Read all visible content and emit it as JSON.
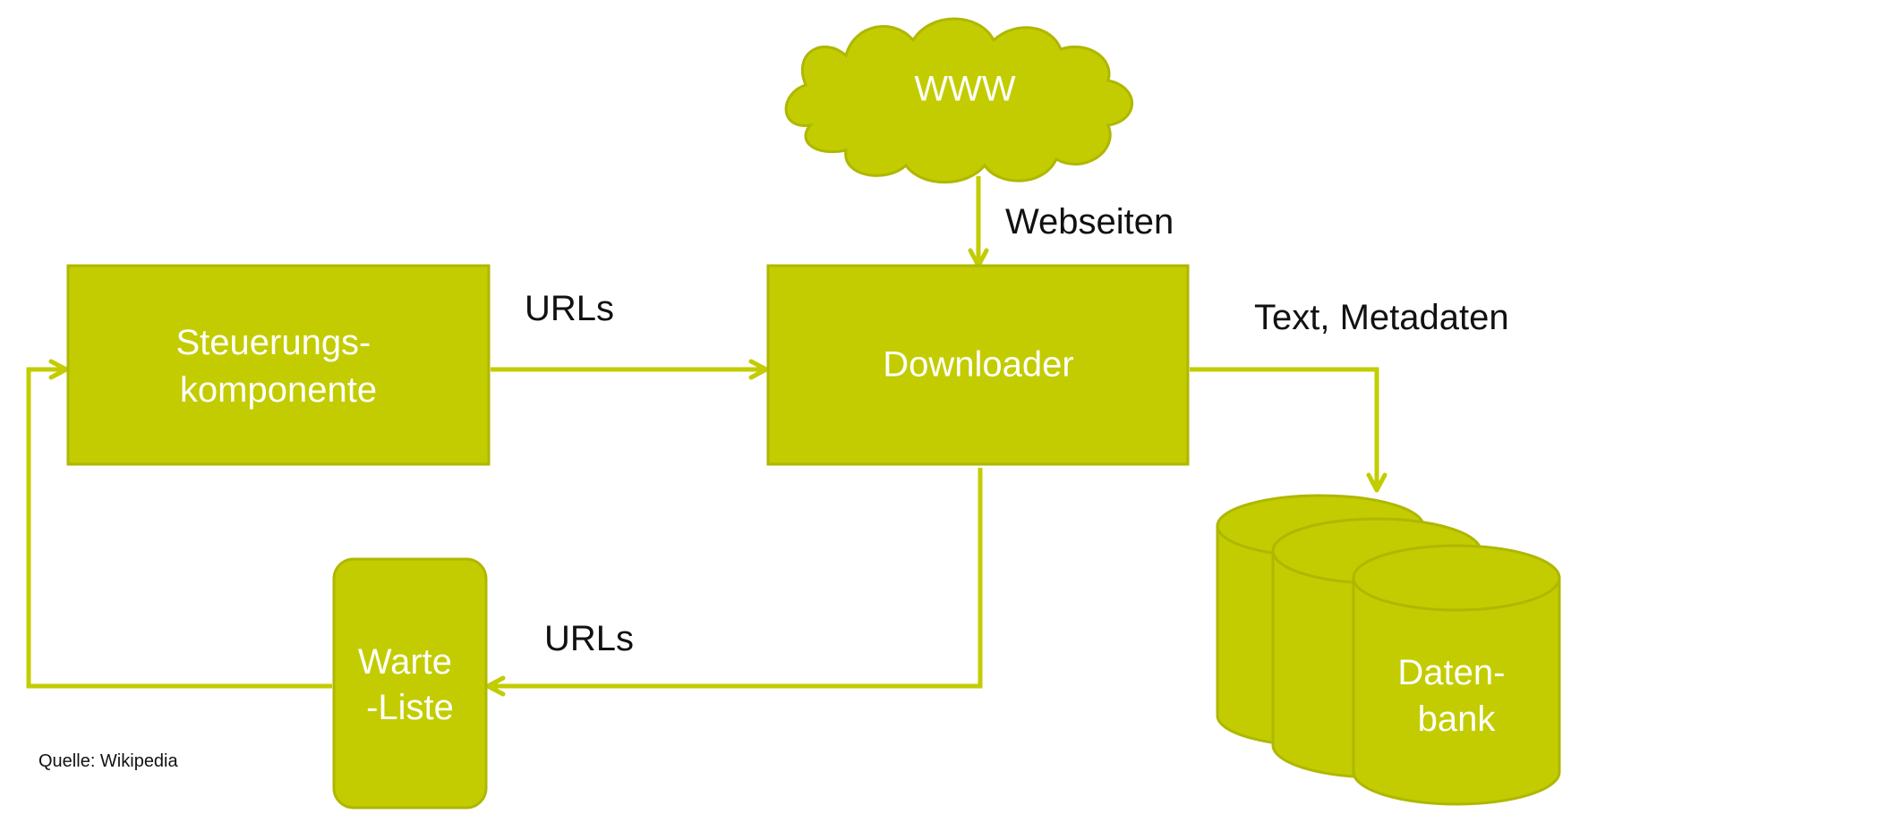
{
  "colors": {
    "fill": "#c2cc00",
    "border": "#afb700",
    "node_text": "#ffffff",
    "edge_text": "#111111"
  },
  "nodes": {
    "cloud": "WWW",
    "control": [
      "Steuerungs-",
      "komponente"
    ],
    "downloader": "Downloader",
    "queue": [
      "Warte",
      "-Liste"
    ],
    "database": [
      "Daten-",
      "bank"
    ]
  },
  "edges": {
    "webseiten": "Webseiten",
    "urls_top": "URLs",
    "text_metadaten": "Text, Metadaten",
    "urls_bottom": "URLs"
  },
  "source": "Quelle: Wikipedia"
}
